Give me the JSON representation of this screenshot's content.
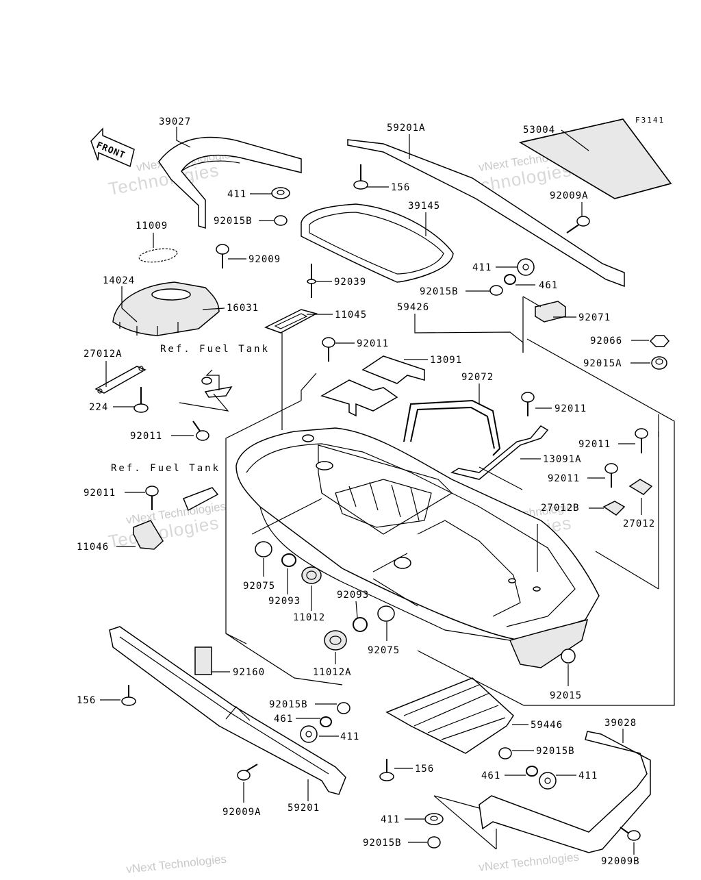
{
  "figure_code": "F3141",
  "front_arrow_label": "FRONT",
  "ref_labels": [
    "Ref. Fuel Tank",
    "Ref. Fuel Tank"
  ],
  "watermark": [
    "vNext Technologies",
    "Technologies"
  ],
  "parts": [
    {
      "id": "p39027",
      "label": "39027"
    },
    {
      "id": "p59201A",
      "label": "59201A"
    },
    {
      "id": "p53004",
      "label": "53004"
    },
    {
      "id": "p156a",
      "label": "156"
    },
    {
      "id": "p411a",
      "label": "411"
    },
    {
      "id": "p92015Ba",
      "label": "92015B"
    },
    {
      "id": "p39145",
      "label": "39145"
    },
    {
      "id": "p92009A_top",
      "label": "92009A"
    },
    {
      "id": "p11009",
      "label": "11009"
    },
    {
      "id": "p92009",
      "label": "92009"
    },
    {
      "id": "p411b",
      "label": "411"
    },
    {
      "id": "p461a",
      "label": "461"
    },
    {
      "id": "p92015Bb",
      "label": "92015B"
    },
    {
      "id": "p92039",
      "label": "92039"
    },
    {
      "id": "p14024",
      "label": "14024"
    },
    {
      "id": "p16031",
      "label": "16031"
    },
    {
      "id": "p11045",
      "label": "11045"
    },
    {
      "id": "p59426",
      "label": "59426"
    },
    {
      "id": "p92071",
      "label": "92071"
    },
    {
      "id": "p92066",
      "label": "92066"
    },
    {
      "id": "p92011a",
      "label": "92011"
    },
    {
      "id": "p13091",
      "label": "13091"
    },
    {
      "id": "p27012A",
      "label": "27012A"
    },
    {
      "id": "p92015A",
      "label": "92015A"
    },
    {
      "id": "p92072",
      "label": "92072"
    },
    {
      "id": "p224",
      "label": "224"
    },
    {
      "id": "p92011b",
      "label": "92011"
    },
    {
      "id": "p92011c",
      "label": "92011"
    },
    {
      "id": "p92011d",
      "label": "92011"
    },
    {
      "id": "p13091A",
      "label": "13091A"
    },
    {
      "id": "p92011e",
      "label": "92011"
    },
    {
      "id": "p92011f",
      "label": "92011"
    },
    {
      "id": "p27012B",
      "label": "27012B"
    },
    {
      "id": "p27012",
      "label": "27012"
    },
    {
      "id": "p11046",
      "label": "11046"
    },
    {
      "id": "p92075a",
      "label": "92075"
    },
    {
      "id": "p92093a",
      "label": "92093"
    },
    {
      "id": "p11012",
      "label": "11012"
    },
    {
      "id": "p92093b",
      "label": "92093"
    },
    {
      "id": "p92075b",
      "label": "92075"
    },
    {
      "id": "p11012A",
      "label": "11012A"
    },
    {
      "id": "p92160",
      "label": "92160"
    },
    {
      "id": "p92015",
      "label": "92015"
    },
    {
      "id": "p156b",
      "label": "156"
    },
    {
      "id": "p92015Bc",
      "label": "92015B"
    },
    {
      "id": "p461b",
      "label": "461"
    },
    {
      "id": "p411c",
      "label": "411"
    },
    {
      "id": "p59446",
      "label": "59446"
    },
    {
      "id": "p39028",
      "label": "39028"
    },
    {
      "id": "p92015Bd",
      "label": "92015B"
    },
    {
      "id": "p156c",
      "label": "156"
    },
    {
      "id": "p461c",
      "label": "461"
    },
    {
      "id": "p411d",
      "label": "411"
    },
    {
      "id": "p92009A_bot",
      "label": "92009A"
    },
    {
      "id": "p59201",
      "label": "59201"
    },
    {
      "id": "p411e",
      "label": "411"
    },
    {
      "id": "p92015Be",
      "label": "92015B"
    },
    {
      "id": "p92009B",
      "label": "92009B"
    }
  ]
}
